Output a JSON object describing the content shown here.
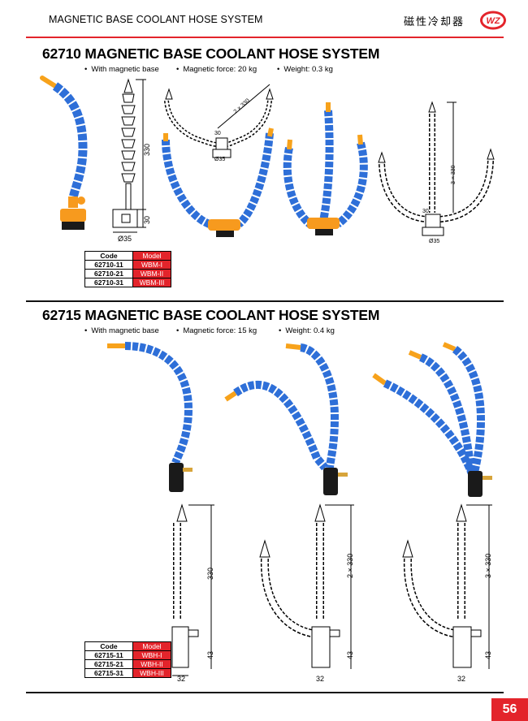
{
  "header": {
    "title": "MAGNETIC BASE COOLANT HOSE SYSTEM",
    "title_cn": "磁性冷却器",
    "logo_text": "WZ",
    "accent": "#e3242b"
  },
  "sections": [
    {
      "title": "62710  MAGNETIC BASE COOLANT HOSE SYSTEM",
      "bullets": [
        "With magnetic base",
        "Magnetic force: 20 kg",
        "Weight: 0.3 kg"
      ],
      "dims": {
        "d1_height": "330",
        "d1_base": "30",
        "d1_dia": "Ø35",
        "d2_len": "2 × 330",
        "d2_w": "30",
        "d2_dia": "Ø35",
        "d3_len": "3 × 330",
        "d3_w": "30",
        "d3_dia": "Ø35"
      },
      "table": {
        "headers": [
          "Code",
          "Model"
        ],
        "rows": [
          [
            "62710-11",
            "WBM-I"
          ],
          [
            "62710-21",
            "WBM-II"
          ],
          [
            "62710-31",
            "WBM-III"
          ]
        ]
      }
    },
    {
      "title": "62715  MAGNETIC BASE COOLANT HOSE SYSTEM",
      "bullets": [
        "With magnetic base",
        "Magnetic force: 15 kg",
        "Weight: 0.4 kg"
      ],
      "dims": {
        "d1_height": "330",
        "d1_base": "43",
        "d1_w": "32",
        "d2_len": "2 × 330",
        "d2_base": "43",
        "d2_w": "32",
        "d3_len": "3 × 330",
        "d3_base": "43",
        "d3_w": "32"
      },
      "table": {
        "headers": [
          "Code",
          "Model"
        ],
        "rows": [
          [
            "62715-11",
            "WBH-I"
          ],
          [
            "62715-21",
            "WBH-II"
          ],
          [
            "62715-31",
            "WBH-III"
          ]
        ]
      }
    }
  ],
  "page_number": "56",
  "colors": {
    "hose_blue": "#2e6fd8",
    "nozzle_orange": "#f7a21b",
    "base_orange": "#f79a1e",
    "magnet_black": "#1a1a1a"
  }
}
